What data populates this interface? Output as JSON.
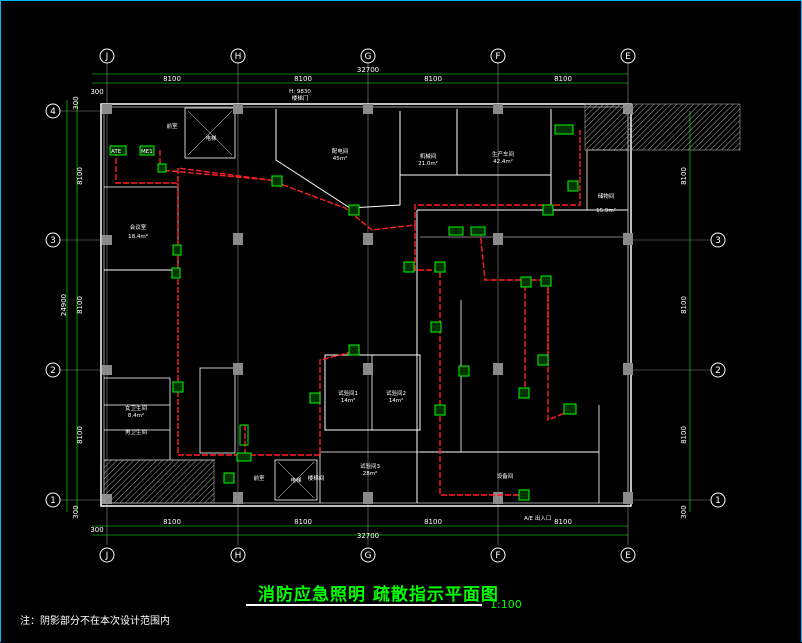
{
  "drawing": {
    "title": "消防应急照明  疏散指示平面图",
    "scale": "1:100",
    "note": "注：阴影部分不在本次设计范围内"
  },
  "axes": {
    "top_letters": [
      "J",
      "H",
      "G",
      "F",
      "E"
    ],
    "bottom_letters": [
      "J",
      "H",
      "G",
      "F",
      "E"
    ],
    "left_numbers": [
      "4",
      "3",
      "2",
      "1"
    ],
    "right_numbers": [
      "3",
      "2",
      "1"
    ]
  },
  "dimensions": {
    "top": {
      "offset": "300",
      "bays": [
        "8100",
        "8100",
        "8100",
        "8100"
      ],
      "total": "32700"
    },
    "bottom": {
      "offset": "300",
      "bays": [
        "8100",
        "8100",
        "8100",
        "8100"
      ],
      "total": "32700"
    },
    "left": {
      "top": "300",
      "bays": [
        "8100",
        "8100",
        "8100"
      ],
      "total": "24900",
      "bottom": "300"
    },
    "right": {
      "bays": [
        "8100",
        "8100",
        "8100"
      ],
      "bottom": "300"
    }
  },
  "rooms": [
    {
      "name": "H: 9830",
      "sub": "楼梯门"
    },
    {
      "name": "前室"
    },
    {
      "name": "电梯"
    },
    {
      "name": "配电间",
      "area": "45m²"
    },
    {
      "name": "机械间",
      "area": "21.0m²"
    },
    {
      "name": "生产车间",
      "area": "42.4m²"
    },
    {
      "name": "储物间",
      "area": "15.9m²"
    },
    {
      "name": "会议室",
      "area": "18.4m²"
    },
    {
      "name": "试验间1",
      "area": "14m²"
    },
    {
      "name": "试验间2",
      "area": "14m²"
    },
    {
      "name": "女卫生间",
      "area": "8.4m²"
    },
    {
      "name": "男卫生间"
    },
    {
      "name": "试验间3",
      "area": "28m²"
    },
    {
      "name": "设备间",
      "area": ""
    },
    {
      "name": "前室"
    },
    {
      "name": "电梯"
    },
    {
      "name": "楼梯间"
    }
  ],
  "symbols": {
    "exit_panel": "ATE",
    "exit_sign": "ME1",
    "entrance_label": "A/E 出入口"
  },
  "colors": {
    "background": "#000000",
    "wall": "#ffffff",
    "axis_green": "#00ff00",
    "wiring_red": "#ff2020",
    "fixture_green": "#00ff00",
    "grid_gray": "#8a8a8a",
    "hatch": "#aaaaaa"
  }
}
